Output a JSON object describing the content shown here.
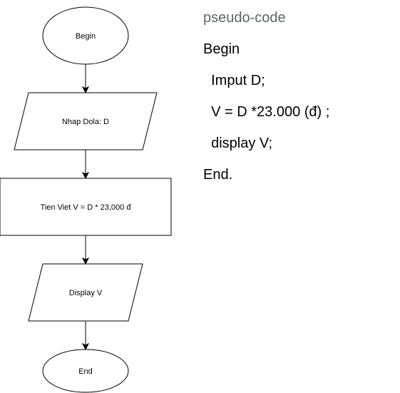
{
  "flowchart": {
    "begin": "Begin",
    "input": "Nhap Dola: D",
    "process": "Tien Viet V = D * 23,000 đ",
    "output": "Display V",
    "end": "End"
  },
  "pseudocode": {
    "title": "pseudo-code",
    "lines": [
      "Begin",
      "  Imput D;",
      "  V = D *23.000 (đ) ;",
      "  display V;",
      "End."
    ]
  },
  "colors": {
    "title": "#5f6368",
    "stroke": "#000000",
    "text": "#000000"
  }
}
